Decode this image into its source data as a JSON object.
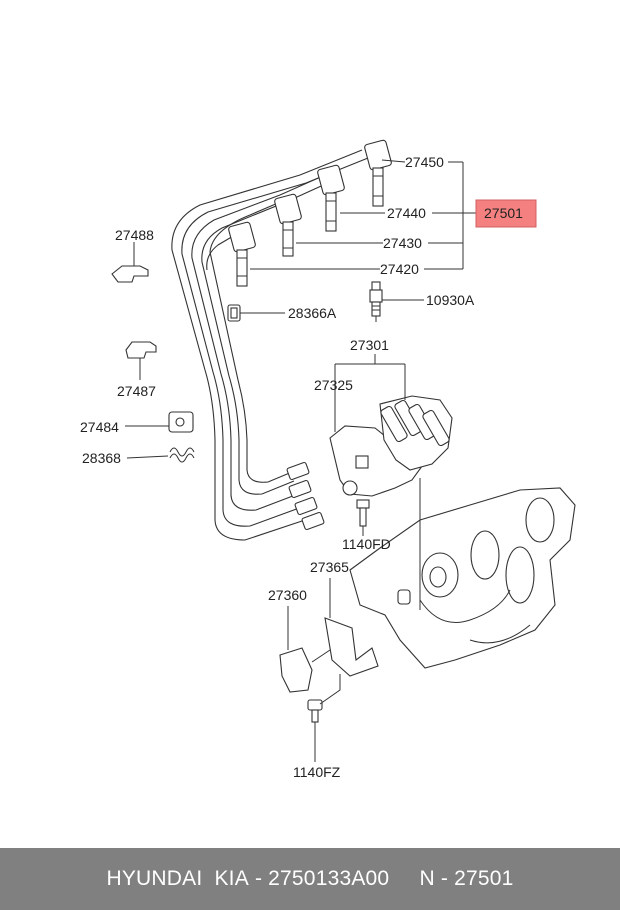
{
  "labels": {
    "p27450": "27450",
    "p27440": "27440",
    "p27430": "27430",
    "p27420": "27420",
    "p27501": "27501",
    "p27488": "27488",
    "p28366A": "28366A",
    "p10930A": "10930A",
    "p27301": "27301",
    "p27325": "27325",
    "p27487": "27487",
    "p27484": "27484",
    "p28368": "28368",
    "p1140FD": "1140FD",
    "p27365": "27365",
    "p27360": "27360",
    "p1140FZ": "1140FZ"
  },
  "highlight": {
    "color": "#f58080"
  },
  "footer": {
    "brand": "HYUNDAI  KIA",
    "sep1": " - ",
    "part_number": "2750133A00",
    "gap": "     ",
    "ref_prefix": "N - ",
    "ref_number": "27501"
  }
}
